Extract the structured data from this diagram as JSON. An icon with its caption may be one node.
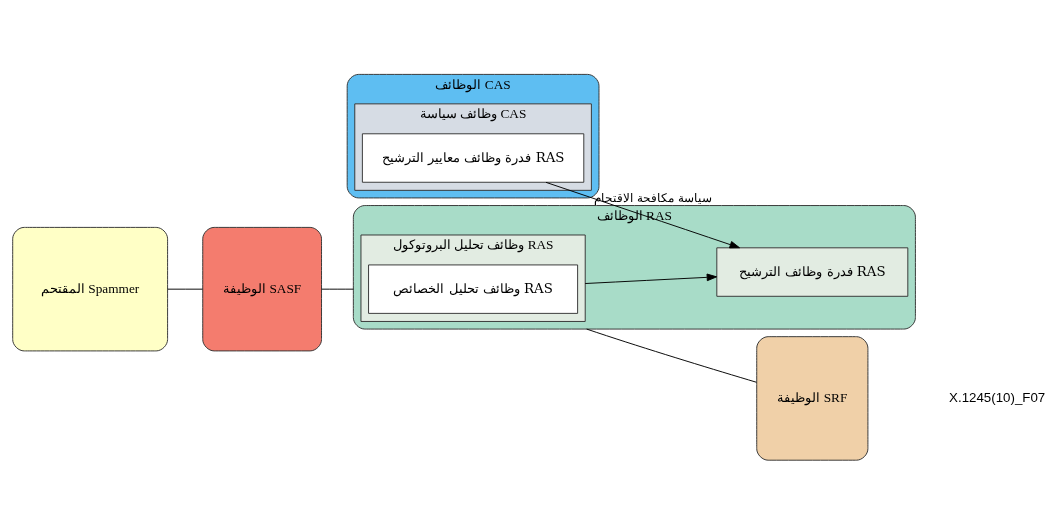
{
  "diagram": {
    "nodes": [
      {
        "text": [
          "الوظائف CAS"
        ]
      },
      {
        "text": [
          "وظائف سياسة CAS"
        ],
        "in": 0
      },
      {
        "text": [
          "فدرة وظائف معايير الترشيح RAS"
        ],
        "in": 1
      },
      {
        "text": [
          "المقتحم Spammer"
        ]
      },
      {
        "text": [
          "الوظيفة SASF"
        ]
      },
      {
        "text": [
          "الوظائف RAS"
        ]
      },
      {
        "text": [
          "وظائف تحليل البروتوكول RAS"
        ],
        "in": 5
      },
      {
        "text": [
          "وظائف تحليل الخصائص RAS"
        ],
        "in": 6
      },
      {
        "text": [
          "فدرة وظائف الترشيح RAS"
        ],
        "in": 5
      },
      {
        "text": [
          "الوظيفة SRF"
        ]
      }
    ],
    "edges": [
      {
        "from": 2,
        "to": 8,
        "arrow": "to",
        "label": "سياسة مكافحة الاقتحام"
      },
      {
        "from": 3,
        "to": 4,
        "arrow": "none"
      },
      {
        "from": 4,
        "to": 5,
        "arrow": "none"
      },
      {
        "from": 6,
        "to": 8,
        "arrow": "to"
      },
      {
        "from": 5,
        "to": 9,
        "arrow": "none"
      }
    ],
    "labels": [
      "X.1245(10)_F07"
    ]
  }
}
